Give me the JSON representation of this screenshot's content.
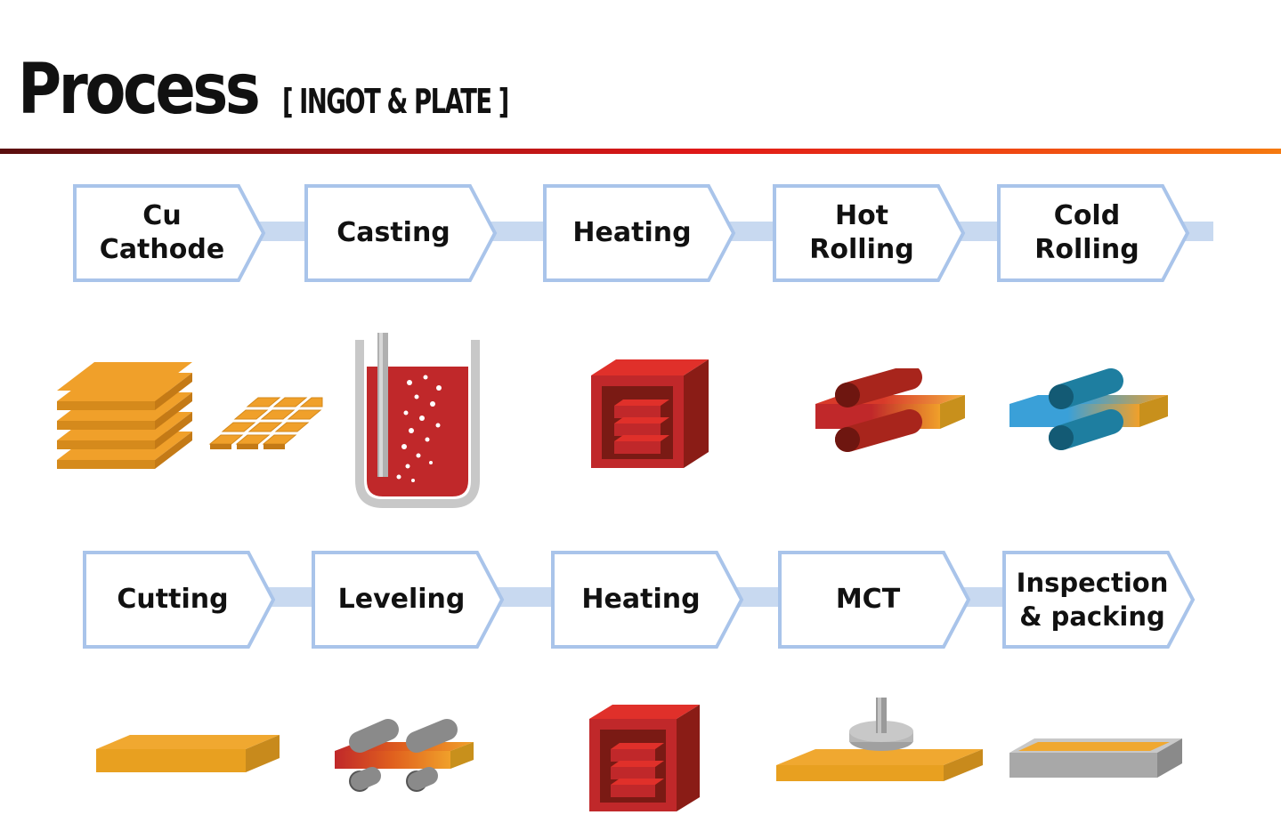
{
  "header": {
    "title": "Process",
    "subtitle": "[ INGOT & PLATE ]"
  },
  "colors": {
    "accent_rule_start": "#5a0f0f",
    "accent_rule_end": "#f57a10",
    "step_border": "#a9c4ea",
    "connector": "#c8d9f0",
    "copper_orange": "#f0a02a",
    "molten_red": "#c0282a",
    "roller_red": "#a8251c",
    "roller_blue": "#1e7ea0",
    "roller_gray": "#808080"
  },
  "row1": {
    "steps": [
      {
        "label": "Cu\nCathode",
        "icon": "copper-cathode-stack-icon"
      },
      {
        "label": "Casting",
        "icon": "molten-crucible-icon"
      },
      {
        "label": "Heating",
        "icon": "furnace-icon"
      },
      {
        "label": "Hot\nRolling",
        "icon": "hot-rolling-mill-icon"
      },
      {
        "label": "Cold\nRolling",
        "icon": "cold-rolling-mill-icon"
      }
    ]
  },
  "row2": {
    "steps": [
      {
        "label": "Cutting",
        "icon": "cut-plate-icon"
      },
      {
        "label": "Leveling",
        "icon": "leveling-rollers-icon"
      },
      {
        "label": "Heating",
        "icon": "furnace-icon"
      },
      {
        "label": "MCT",
        "icon": "machining-center-icon"
      },
      {
        "label": "Inspection\n& packing",
        "icon": "packed-plate-icon"
      }
    ]
  }
}
